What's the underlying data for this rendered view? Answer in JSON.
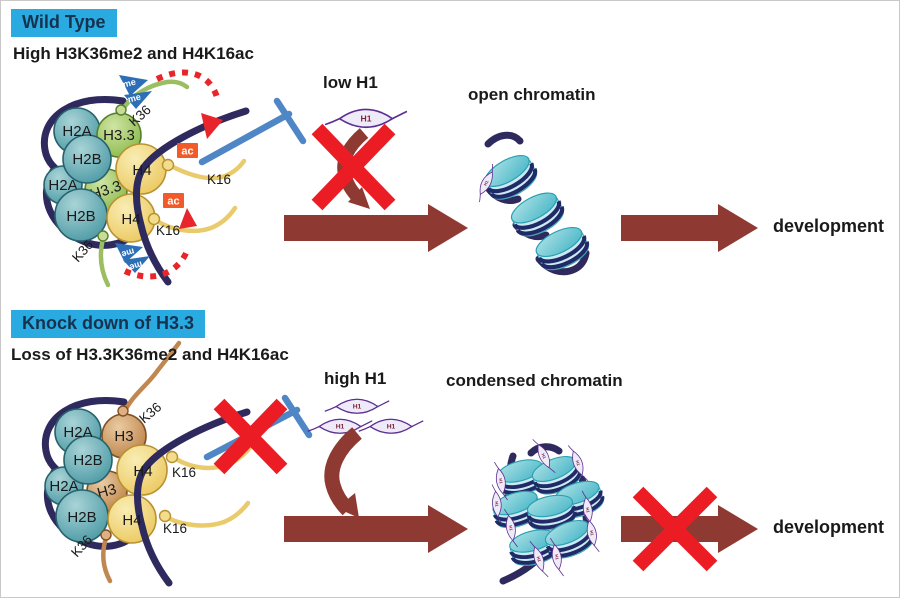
{
  "colors": {
    "header_bg": "#29ABE2",
    "text_dark": "#1A1A1A",
    "maroon_arrow": "#8E3A33",
    "bright_red_x": "#EC1C24",
    "dashed_red": "#E8252A",
    "inhibit_blue": "#4E86C6",
    "dna_navy": "#2E2A5E",
    "histone_teal": "#4E9BA6",
    "histone_green": "#8CBB4D",
    "histone_yellow": "#ECC962",
    "histone_brown": "#BE8349",
    "ac_orange": "#F15A29",
    "me_flag_blue": "#2D6FB7",
    "h1_purple": "#5B2F91",
    "chromatin_cyan": "#45B5C6"
  },
  "sections": {
    "wild_type": {
      "header": "Wild Type",
      "subtitle": "High H3K36me2 and H4K16ac",
      "h1_level": "low H1",
      "chromatin_state": "open chromatin",
      "outcome": "development"
    },
    "knockdown": {
      "header": "Knock down of H3.3",
      "subtitle": "Loss of H3.3K36me2 and H4K16ac",
      "h1_level": "high H1",
      "chromatin_state": "condensed chromatin",
      "outcome": "development"
    }
  },
  "labels": {
    "h2a": "H2A",
    "h2b": "H2B",
    "h3_variant": "H3.3",
    "h3": "H3",
    "h4": "H4",
    "k36": "K36",
    "k16": "K16",
    "me": "me",
    "ac": "ac",
    "h1": "H1"
  }
}
